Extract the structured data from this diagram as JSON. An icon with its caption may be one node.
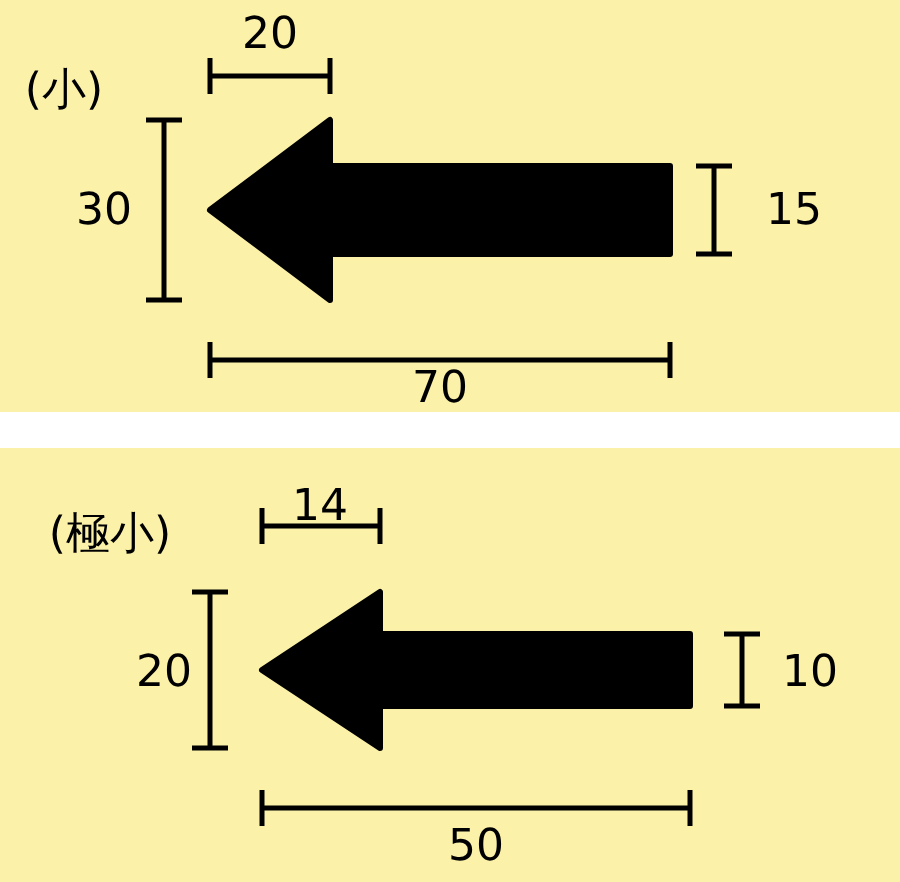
{
  "diagram": {
    "labels": [
      "(小)",
      "20",
      "30",
      "15",
      "70",
      "(極小)",
      "14",
      "20",
      "10",
      "50"
    ]
  }
}
